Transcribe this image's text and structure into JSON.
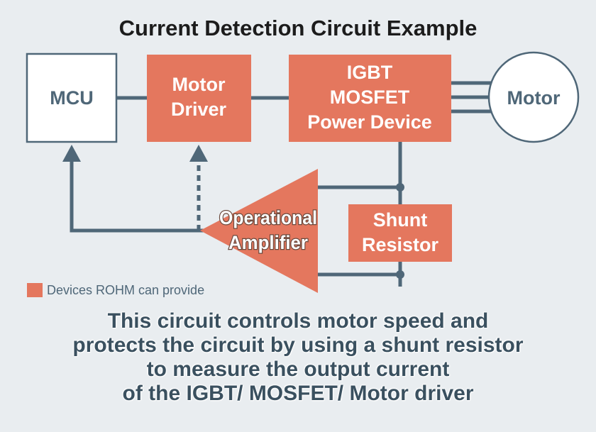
{
  "title": "Current Detection Circuit Example",
  "blocks": {
    "mcu": "MCU",
    "motor_driver": [
      "Motor",
      "Driver"
    ],
    "power_device": [
      "IGBT",
      "MOSFET",
      "Power Device"
    ],
    "motor": "Motor",
    "opamp": [
      "Operational",
      "Amplifier"
    ],
    "shunt": [
      "Shunt",
      "Resistor"
    ]
  },
  "legend": "Devices ROHM can provide",
  "caption": [
    "This circuit controls motor speed and",
    "protects the circuit by using a shunt resistor",
    "to measure the output current",
    "of the IGBT/ MOSFET/ Motor driver"
  ],
  "colors": {
    "rohm_device": "#e4775e",
    "wire": "#4f6778",
    "background": "#e9edf0"
  }
}
